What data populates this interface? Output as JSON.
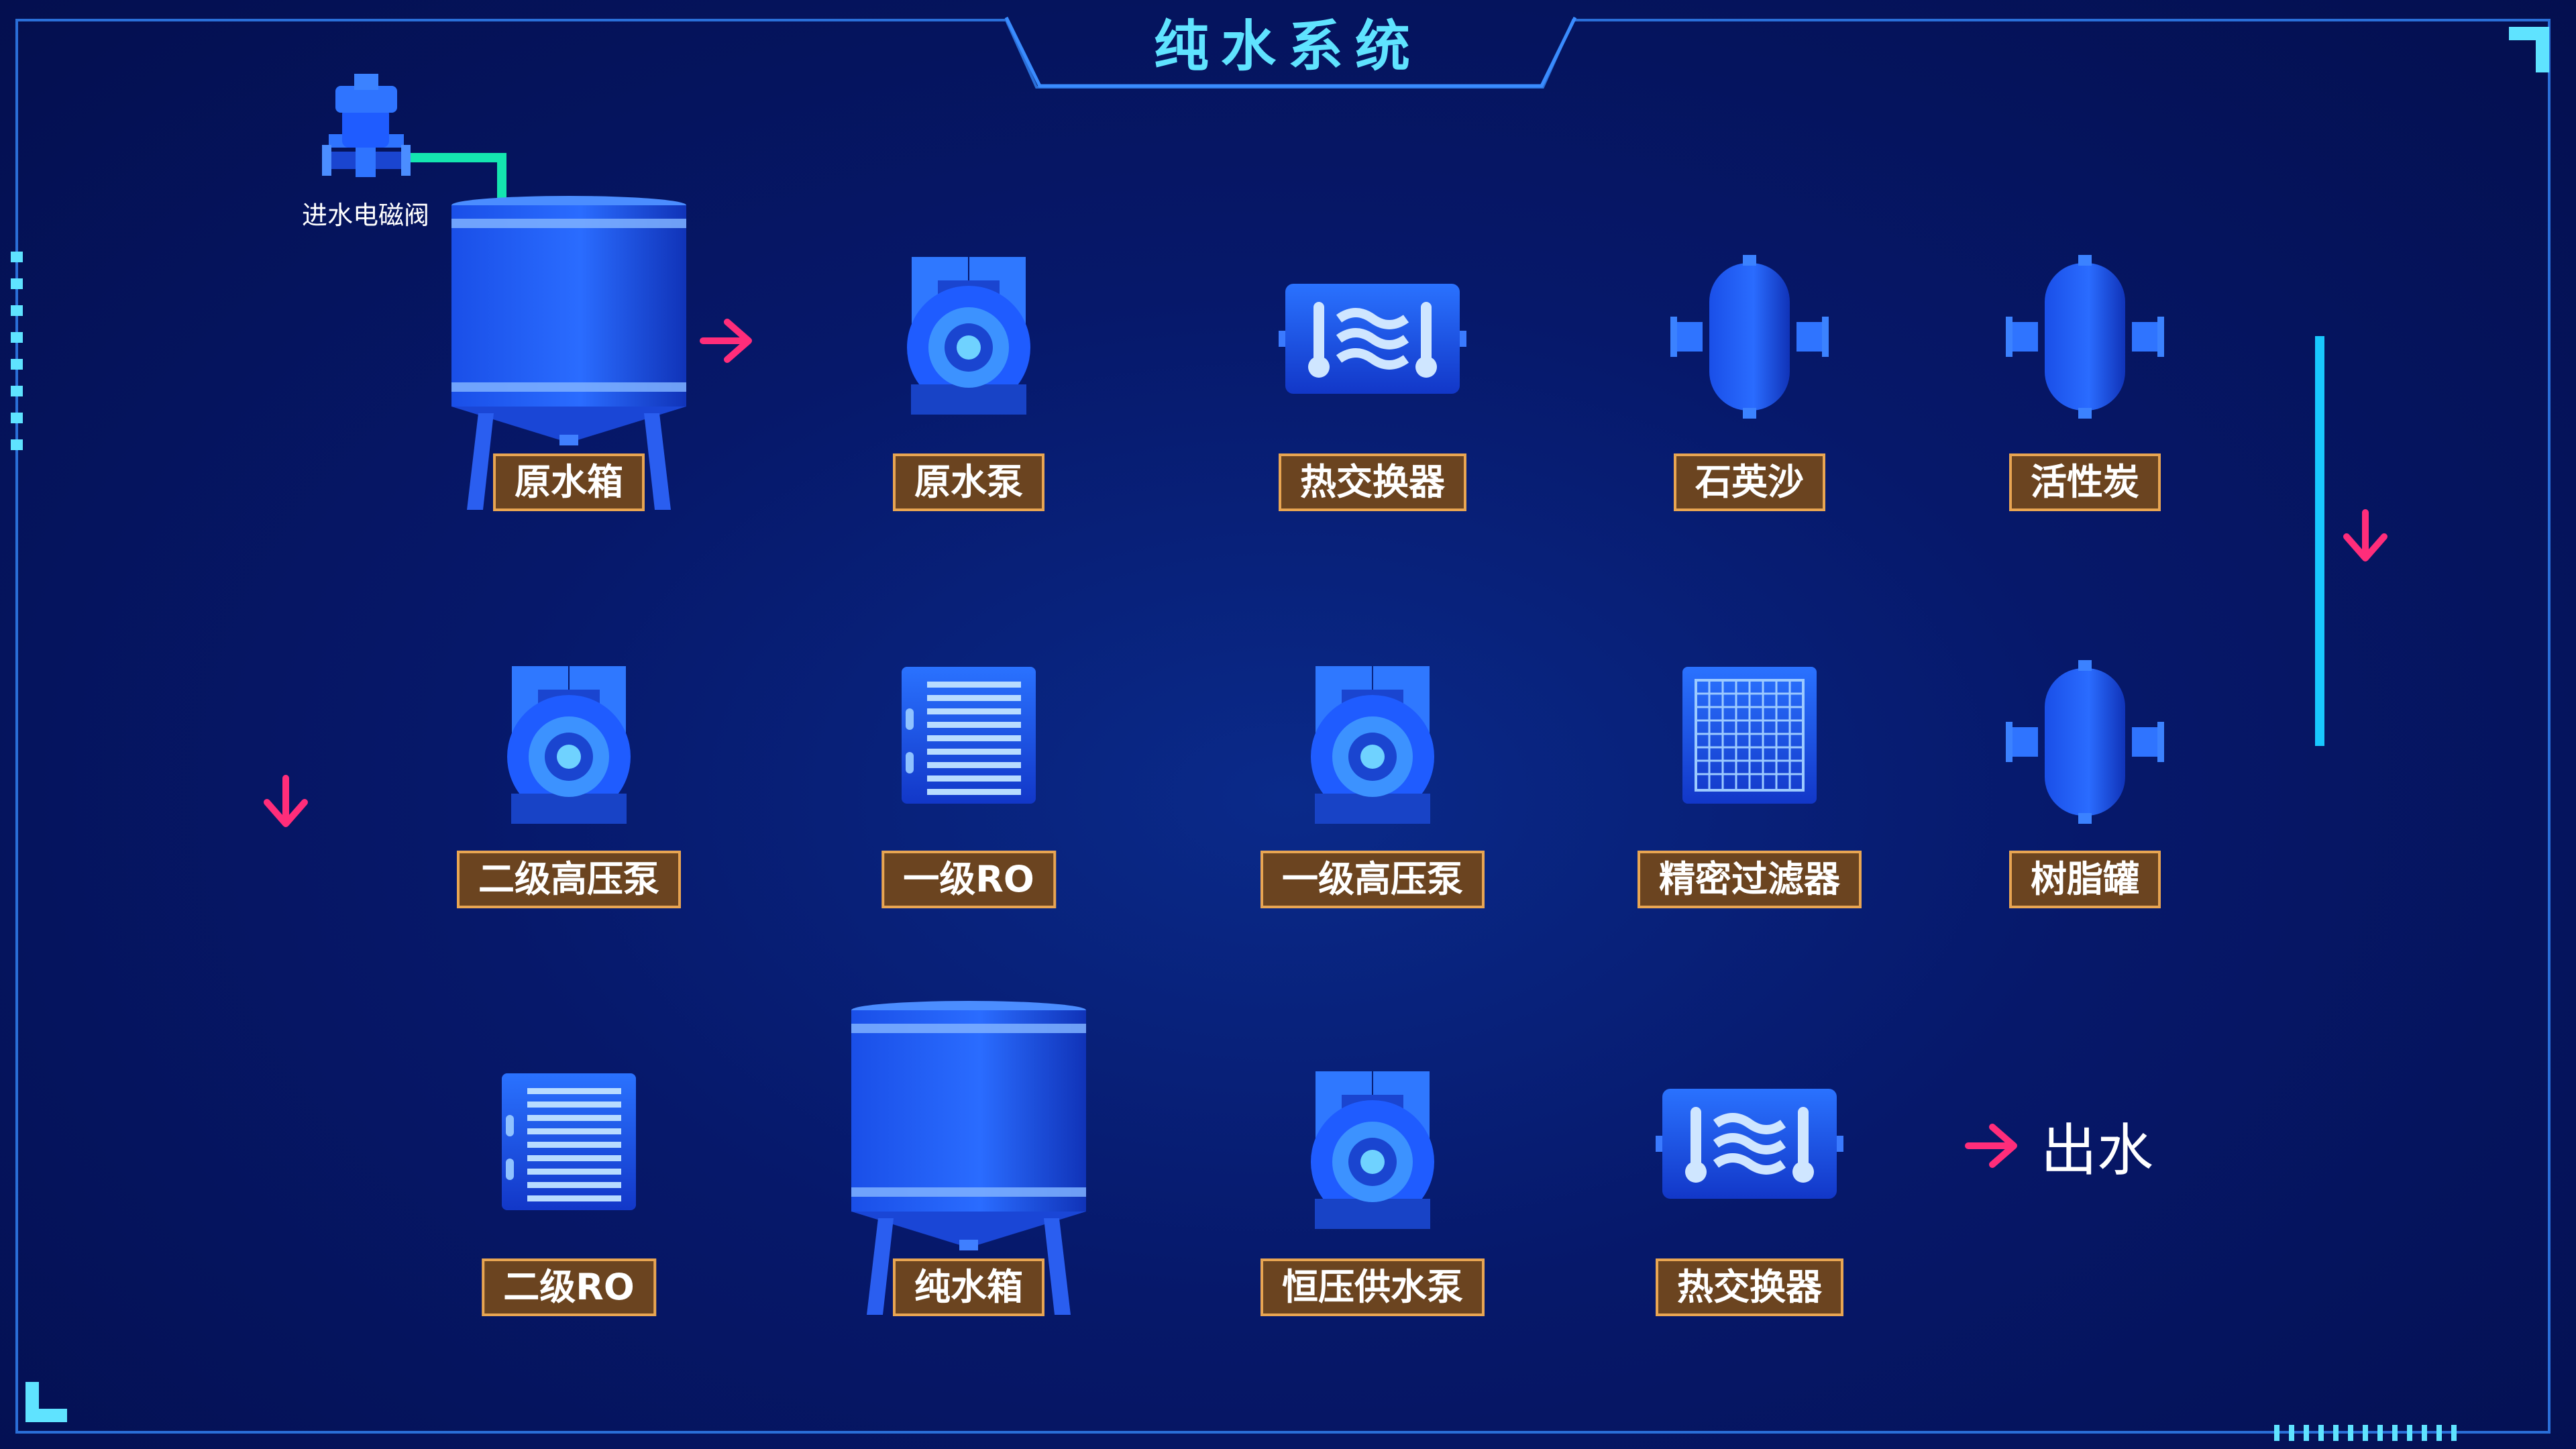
{
  "title": "纯水系统",
  "inlet_valve": {
    "label": "进水电磁阀"
  },
  "row1": [
    {
      "name": "原水箱"
    },
    {
      "name": "原水泵"
    },
    {
      "name": "热交换器"
    },
    {
      "name": "石英沙"
    },
    {
      "name": "活性炭"
    }
  ],
  "row2": [
    {
      "name": "二级高压泵"
    },
    {
      "name": "一级RO"
    },
    {
      "name": "一级高压泵"
    },
    {
      "name": "精密过滤器"
    },
    {
      "name": "树脂罐"
    }
  ],
  "row3": [
    {
      "name": "二级RO"
    },
    {
      "name": "纯水箱"
    },
    {
      "name": "恒压供水泵"
    },
    {
      "name": "热交换器"
    }
  ],
  "outlet": "出水",
  "colors": {
    "pipe_green": "#14e6b0",
    "pipe_cyan": "#18c8ff",
    "flow_arrow": "#ff2d7a",
    "equipment": "#1e62ff",
    "label_bg": "#6b4420",
    "label_border": "#e8a552",
    "title": "#5fe3ff"
  }
}
